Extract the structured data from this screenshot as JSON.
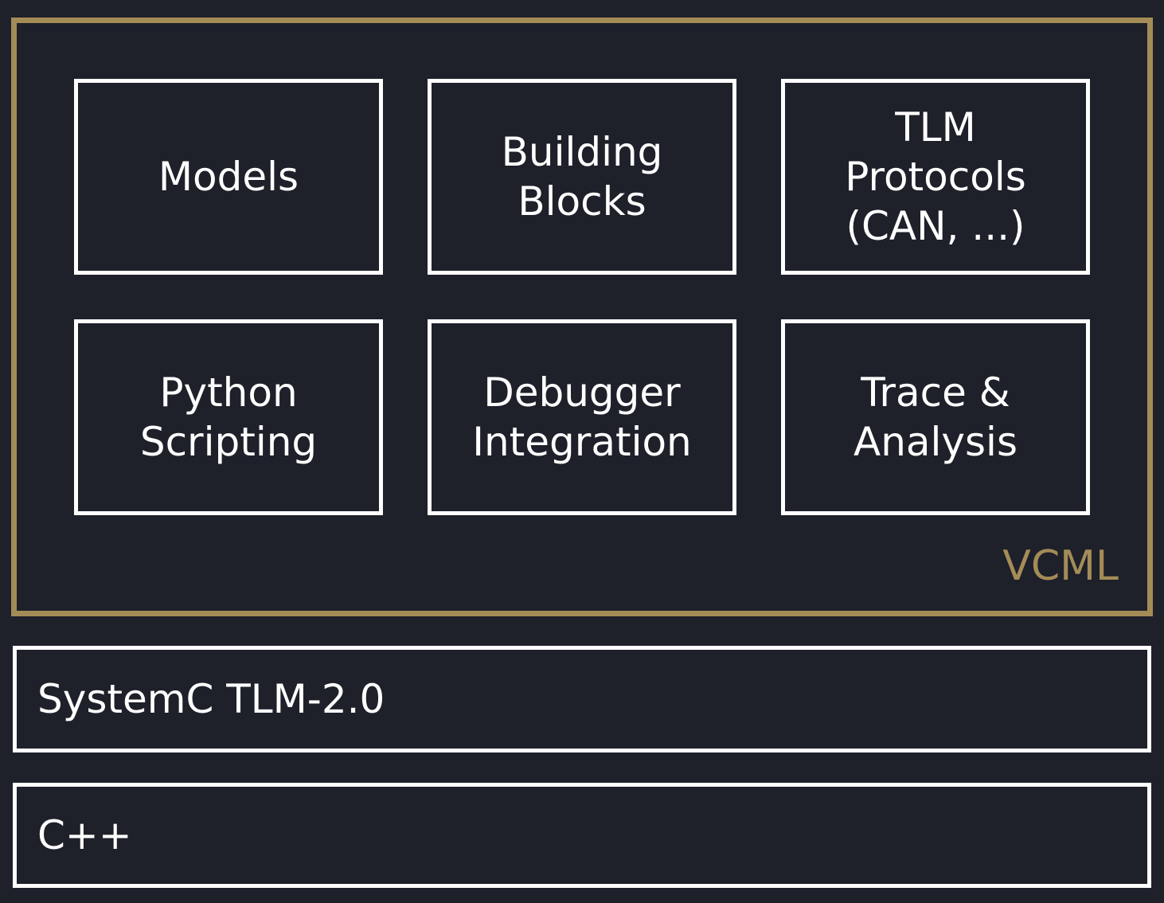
{
  "vcml": {
    "label": "VCML",
    "modules": [
      {
        "label": "Models"
      },
      {
        "label": "Building\nBlocks"
      },
      {
        "label": "TLM\nProtocols\n(CAN, ...)"
      },
      {
        "label": "Python\nScripting"
      },
      {
        "label": "Debugger\nIntegration"
      },
      {
        "label": "Trace &\nAnalysis"
      }
    ]
  },
  "layers": [
    {
      "label": "SystemC TLM-2.0"
    },
    {
      "label": "C++"
    }
  ],
  "colors": {
    "background": "#1e202a",
    "vcml_accent": "#a48c57",
    "box_border": "#ffffff",
    "text": "#ffffff"
  }
}
